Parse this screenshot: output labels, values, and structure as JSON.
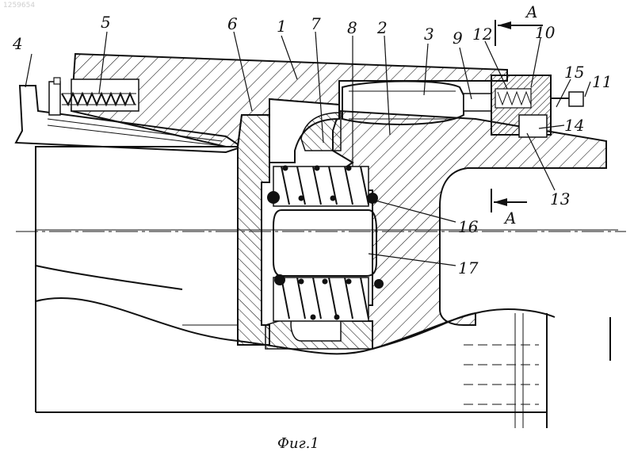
{
  "watermark": "1259654",
  "caption": "Фиг.1",
  "section_marks": {
    "top": "A",
    "middle": "A"
  },
  "callouts": {
    "c1": "1",
    "c2": "2",
    "c3": "3",
    "c4": "4",
    "c5": "5",
    "c6": "6",
    "c7": "7",
    "c8": "8",
    "c9": "9",
    "c10": "10",
    "c11": "11",
    "c12": "12",
    "c13": "13",
    "c14": "14",
    "c15": "15",
    "c16": "16",
    "c17": "17"
  }
}
